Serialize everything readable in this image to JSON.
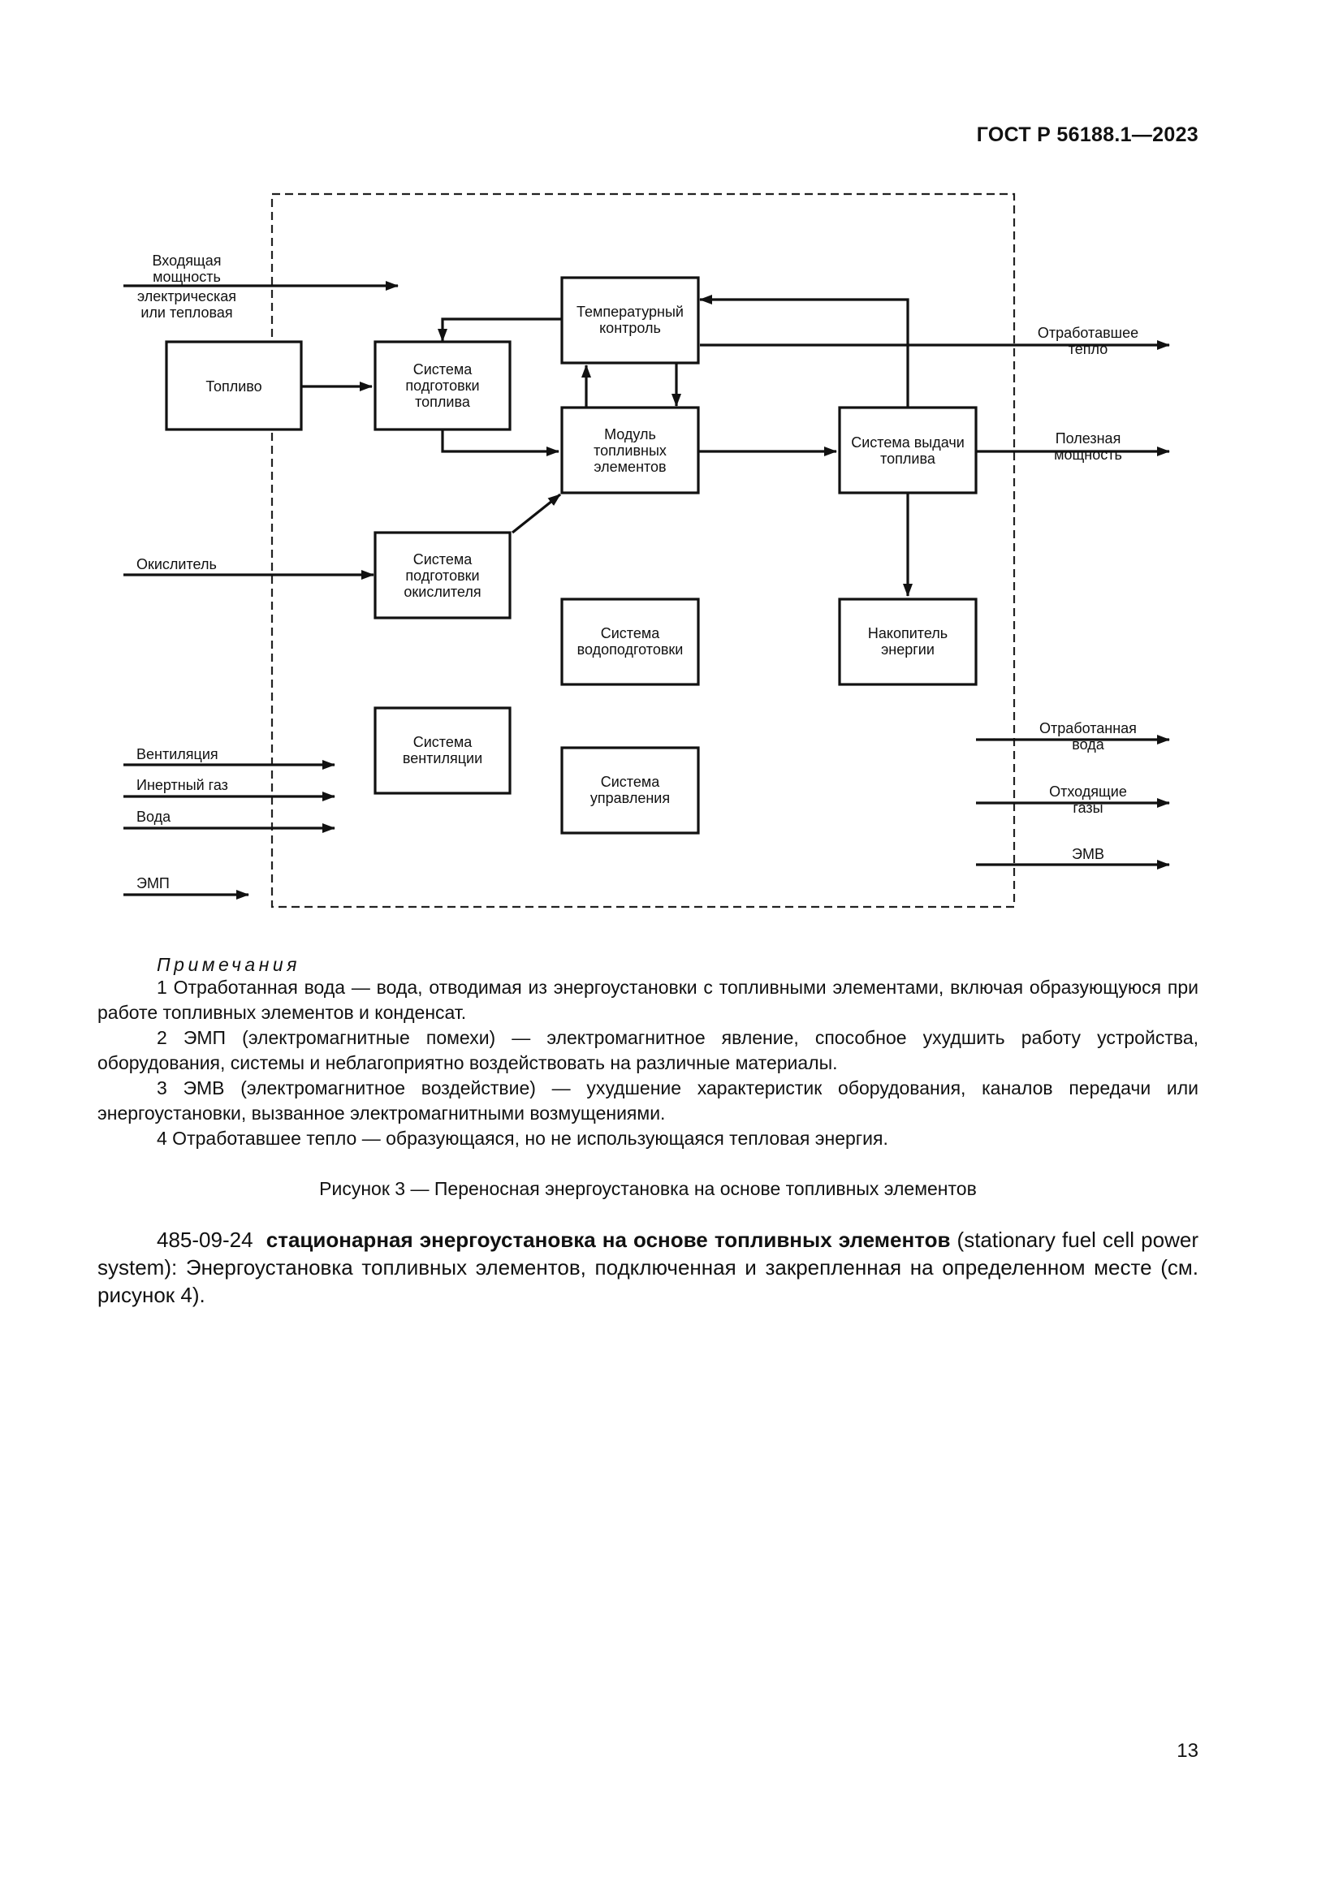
{
  "header": {
    "doc_code": "ГОСТ Р 56188.1—2023"
  },
  "diagram": {
    "blocks": {
      "fuel": [
        "Топливо"
      ],
      "fuel_prep": [
        "Система",
        "подготовки",
        "топлива"
      ],
      "temp_control": [
        "Температурный",
        "контроль"
      ],
      "fc_module": [
        "Модуль",
        "топливных",
        "элементов"
      ],
      "fuel_output": [
        "Система выдачи",
        "топлива"
      ],
      "oxidant_prep": [
        "Система",
        "подготовки",
        "окислителя"
      ],
      "water_treatment": [
        "Система",
        "водоподготовки"
      ],
      "energy_storage": [
        "Накопитель",
        "энергии"
      ],
      "ventilation": [
        "Система",
        "вентиляции"
      ],
      "control": [
        "Система",
        "управления"
      ]
    },
    "inputs": {
      "power_top": [
        "Входящая",
        "мощность"
      ],
      "power_bottom": [
        "электрическая",
        "или тепловая"
      ],
      "oxidant": [
        "Окислитель"
      ],
      "ventilation": [
        "Вентиляция"
      ],
      "inert_gas": [
        "Инертный газ"
      ],
      "water": [
        "Вода"
      ],
      "emi": [
        "ЭМП"
      ]
    },
    "outputs": {
      "waste_heat": [
        "Отработавшее",
        "тепло"
      ],
      "useful_power": [
        "Полезная",
        "мощность"
      ],
      "waste_water": [
        "Отработанная",
        "вода"
      ],
      "exhaust": [
        "Отходящие",
        "газы"
      ],
      "emv": [
        "ЭМВ"
      ]
    }
  },
  "notes": {
    "title": "Примечания",
    "items": [
      "1 Отработанная вода — вода, отводимая из энергоустановки с топливными элементами, включая образующуюся при работе топливных элементов и конденсат.",
      "2 ЭМП (электромагнитные помехи) — электромагнитное явление, способное ухудшить работу устройства, оборудования, системы и неблагоприятно воздействовать на различные материалы.",
      "3 ЭМВ (электромагнитное воздействие) — ухудшение характеристик оборудования, каналов передачи или энергоустановки, вызванное электромагнитными возмущениями.",
      "4 Отработавшее тепло — образующаяся, но не использующаяся тепловая энергия."
    ]
  },
  "figure_caption": "Рисунок 3 — Переносная энергоустановка на основе топливных элементов",
  "term": {
    "number": "485-09-24",
    "name": "стационарная энергоустановка на основе топливных элементов",
    "english": "(stationary fuel cell power system):",
    "definition": "Энергоустановка топливных элементов, подключенная и закрепленная на определенном месте (см. рисунок 4)."
  },
  "page_number": "13"
}
